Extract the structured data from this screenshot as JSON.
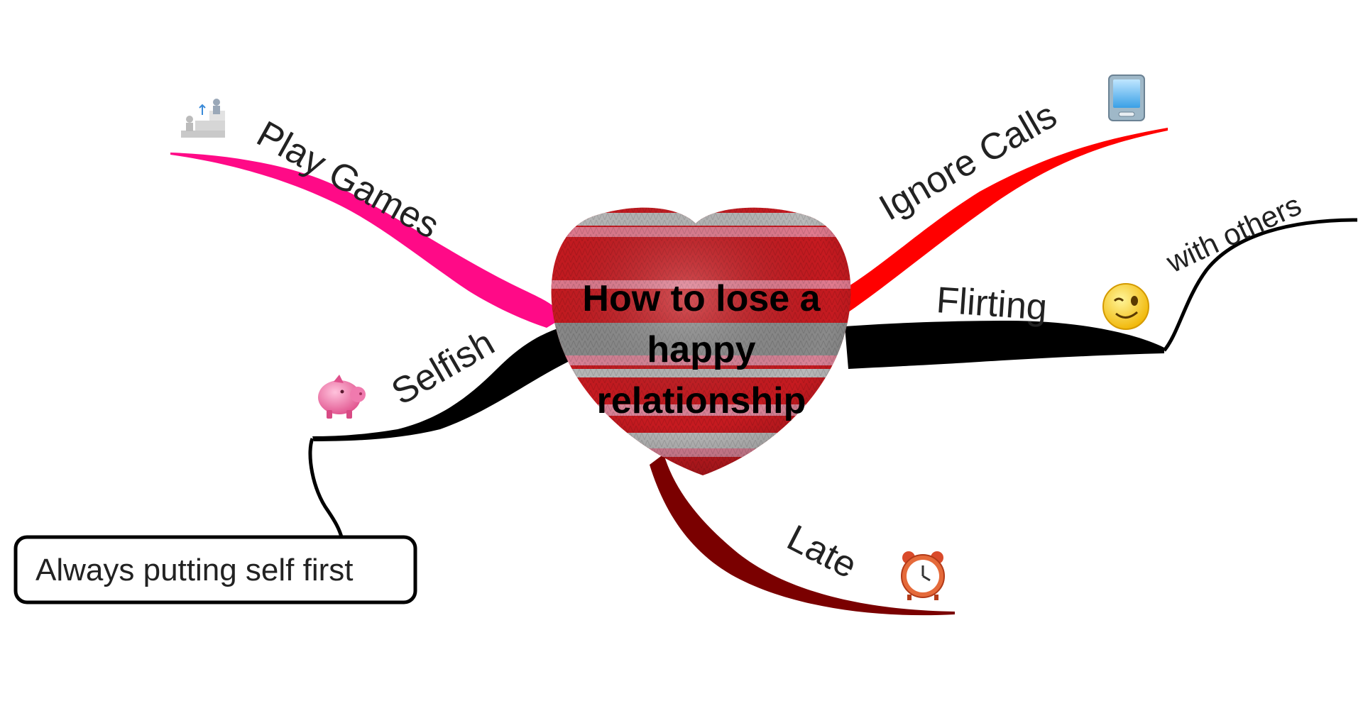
{
  "central_topic": {
    "lines": [
      "How to lose a",
      "happy",
      "relationship"
    ]
  },
  "branches": {
    "play_games": {
      "label": "Play Games",
      "color": "#ff0a87",
      "icon": "people-climbing-steps-icon"
    },
    "ignore_calls": {
      "label": "Ignore Calls",
      "color": "#ff0000",
      "icon": "mobile-phone-icon"
    },
    "flirting": {
      "label": "Flirting",
      "color": "#000000",
      "icon": "winking-smiley-icon"
    },
    "flirting_sub": {
      "label": "with others",
      "color": "#000000"
    },
    "selfish": {
      "label": "Selfish",
      "color": "#000000",
      "icon": "piggy-bank-icon"
    },
    "selfish_sub": {
      "label": "Always putting self first"
    },
    "late": {
      "label": "Late",
      "color": "#7a0000",
      "icon": "alarm-clock-icon"
    }
  }
}
